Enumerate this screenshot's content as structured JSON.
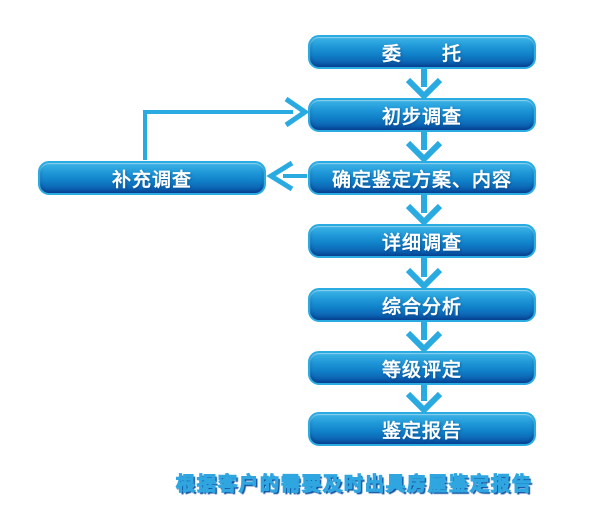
{
  "colors": {
    "background": "#ffffff",
    "arrow": "#29abe2",
    "box_border": "#2aace3",
    "box_gradient_top": "#3cb4e7",
    "box_gradient_bottom": "#0a52a6",
    "box_text": "#ffffff",
    "caption_fill": "#1766b8",
    "caption_outline": "#2fa6e0",
    "caption_shadow": "#0c4fa0"
  },
  "flowchart": {
    "main_steps": [
      {
        "name": "commission",
        "label": "委　　托"
      },
      {
        "name": "preliminary-survey",
        "label": "初步调查"
      },
      {
        "name": "determine-plan",
        "label": "确定鉴定方案、内容"
      },
      {
        "name": "detailed-survey",
        "label": "详细调查"
      },
      {
        "name": "comprehensive-analysis",
        "label": "综合分析"
      },
      {
        "name": "grade-evaluation",
        "label": "等级评定"
      },
      {
        "name": "appraisal-report",
        "label": "鉴定报告"
      }
    ],
    "side_step": {
      "name": "supplementary-survey",
      "label": "补充调查"
    },
    "edges": [
      {
        "from": "委托",
        "to": "初步调查",
        "type": "down-arrow"
      },
      {
        "from": "初步调查",
        "to": "确定鉴定方案、内容",
        "type": "down-arrow"
      },
      {
        "from": "确定鉴定方案、内容",
        "to": "详细调查",
        "type": "down-arrow"
      },
      {
        "from": "详细调查",
        "to": "综合分析",
        "type": "down-arrow"
      },
      {
        "from": "综合分析",
        "to": "等级评定",
        "type": "down-arrow"
      },
      {
        "from": "等级评定",
        "to": "鉴定报告",
        "type": "down-arrow"
      },
      {
        "from": "确定鉴定方案、内容",
        "to": "补充调查",
        "type": "left-arrow"
      },
      {
        "from": "补充调查",
        "to": "初步调查",
        "type": "elbow-right-arrow"
      }
    ],
    "caption": "根据客户的需要及时出具房屋鉴定报告"
  }
}
